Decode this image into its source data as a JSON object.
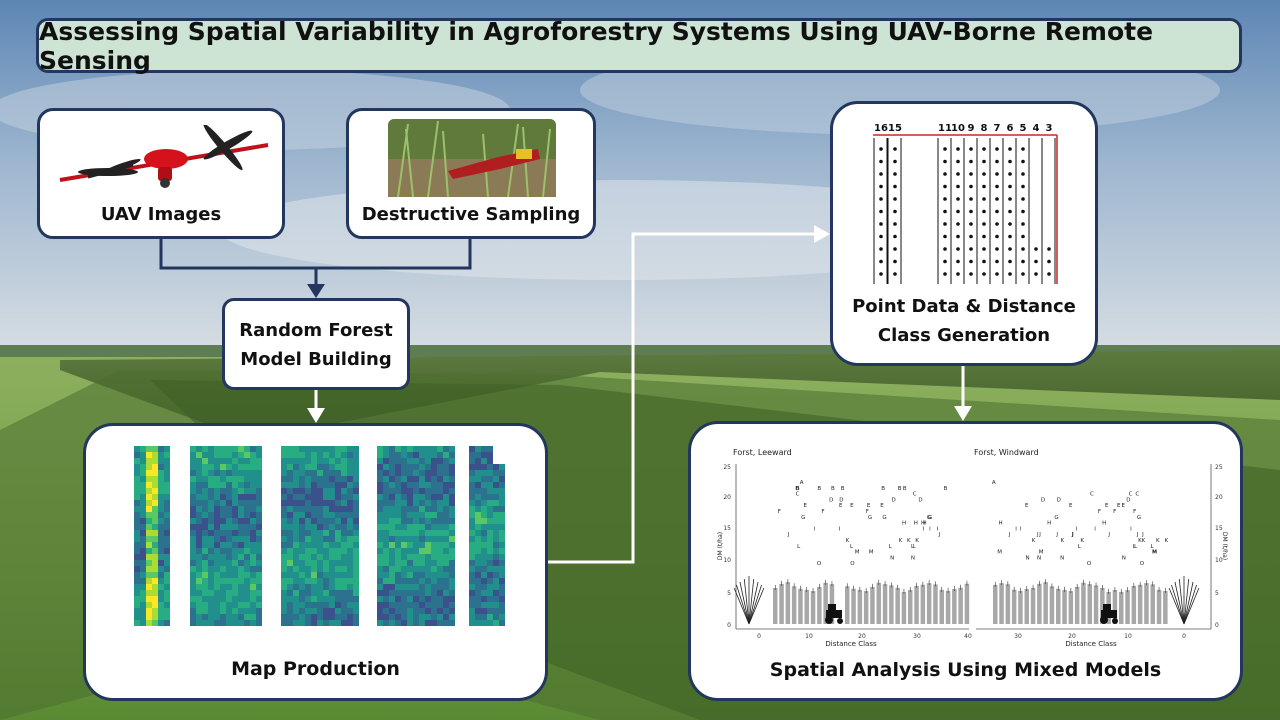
{
  "title": "Assessing Spatial Variability in Agroforestry Systems Using UAV-Borne Remote Sensing",
  "boxes": {
    "uav": "UAV Images",
    "destructive": "Destructive Sampling",
    "rf_line1": "Random Forest",
    "rf_line2": "Model Building",
    "map": "Map Production",
    "point_line1": "Point Data & Distance",
    "point_line2": "Class Generation",
    "spatial": "Spatial Analysis Using Mixed Models"
  },
  "point_grid": {
    "left_labels": [
      "16",
      "15"
    ],
    "right_labels": [
      "11",
      "10",
      "9",
      "8",
      "7",
      "6",
      "5",
      "4",
      "3"
    ]
  },
  "mixed_chart": {
    "left_title": "Forst, Leeward",
    "right_title": "Forst, Windward",
    "xlabel": "Distance Class",
    "ylabel": "DM (t/ha)",
    "left_xticks": [
      "0",
      "10",
      "20",
      "30",
      "40"
    ],
    "right_xticks": [
      "30",
      "20",
      "10",
      "0"
    ],
    "yticks": [
      "0",
      "5",
      "10",
      "15",
      "20",
      "25"
    ]
  },
  "colors": {
    "border": "#22365e",
    "title_bg": "#cde3d3",
    "arrow_white": "#ffffff",
    "arrow_navy": "#22365e",
    "viridis_low": "#440154",
    "viridis_mid": "#21918c",
    "viridis_high": "#fde725"
  },
  "icons": [
    "uav-drone-icon",
    "sampling-photo-icon",
    "tractor-icon",
    "tree-silhouette-icon"
  ]
}
